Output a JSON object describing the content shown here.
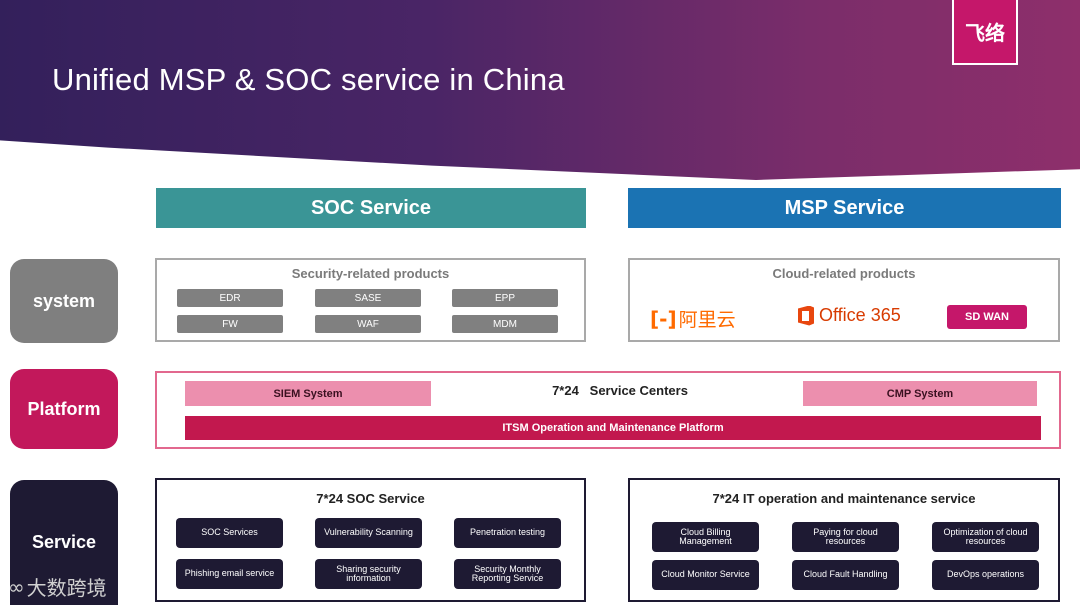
{
  "title": "Unified MSP & SOC service in China",
  "logo_text": "飞络",
  "columns": {
    "soc": "SOC Service",
    "msp": "MSP Service"
  },
  "rows": {
    "system": "system",
    "platform": "Platform",
    "service": "Service"
  },
  "system": {
    "soc_panel_title": "Security-related products",
    "soc_products": [
      "EDR",
      "SASE",
      "EPP",
      "FW",
      "WAF",
      "MDM"
    ],
    "msp_panel_title": "Cloud-related products",
    "aliyun_bracket": "[-]",
    "aliyun_text": "阿里云",
    "office_text": "Office 365",
    "sdwan_text": "SD WAN"
  },
  "platform": {
    "siem": "SIEM System",
    "service_centers": "7*24   Service Centers",
    "cmp": "CMP System",
    "itsm": "ITSM Operation and Maintenance Platform"
  },
  "service": {
    "soc_title": "7*24 SOC Service",
    "soc_items": [
      "SOC Services",
      "Vulnerability Scanning",
      "Penetration testing",
      "Phishing email service",
      "Sharing security information",
      "Security Monthly Reporting Service"
    ],
    "msp_title": "7*24 IT operation and maintenance service",
    "msp_items": [
      "Cloud Billing Management",
      "Paying for cloud resources",
      "Optimization of cloud resources",
      "Cloud Monitor Service",
      "Cloud Fault Handling",
      "DevOps operations"
    ]
  },
  "watermark": {
    "icon": "∞",
    "text": "大数跨境"
  },
  "colors": {
    "soc_header": "#3a9596",
    "msp_header": "#1b73b3",
    "platform_accent": "#c2185b",
    "service_dark": "#1e1a33",
    "system_gray": "#7f7f7f"
  }
}
